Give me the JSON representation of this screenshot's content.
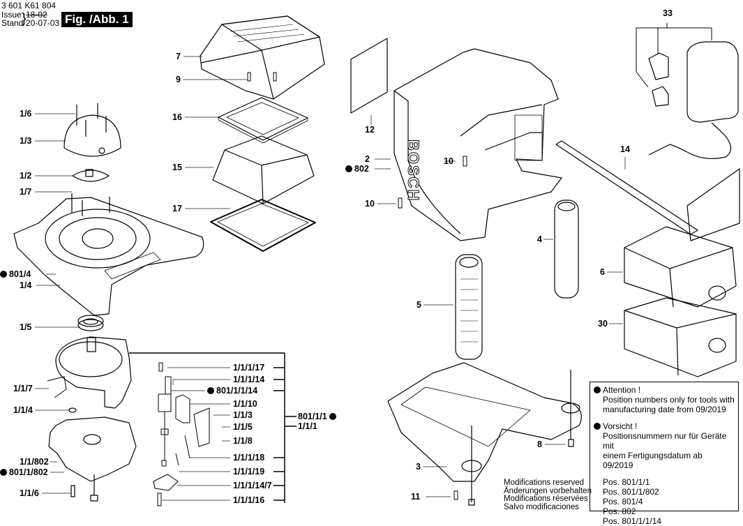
{
  "header": {
    "part_number": "3 601 K61 804",
    "issue_label": "Issue",
    "issue_value": "18-02",
    "stand_label": "Stand",
    "stand_value": "20-07-03",
    "figure_title": "Fig. /Abb. 1"
  },
  "labels": {
    "l7": "7",
    "l9": "9",
    "l16": "16",
    "l15": "15",
    "l17": "17",
    "l1_6": "1/6",
    "l1_3": "1/3",
    "l1_2": "1/2",
    "l1_7": "1/7",
    "l801_4": "801/4",
    "l1_4": "1/4",
    "l1_5": "1/5",
    "l1_1_7": "1/1/7",
    "l1_1_4": "1/1/4",
    "l1_1_802": "1/1/802",
    "l801_1_802": "801/1/802",
    "l1_1_6": "1/1/6",
    "l1_1_1_17": "1/1/1/17",
    "l1_1_1_14": "1/1/1/14",
    "l801_1_1_14": "801/1/1/14",
    "l1_1_10": "1/1/10",
    "l1_1_3": "1/1/3",
    "l1_1_5": "1/1/5",
    "l1_1_8": "1/1/8",
    "l1_1_1_18": "1/1/1/18",
    "l1_1_1_19": "1/1/1/19",
    "l1_1_1_14_7": "1/1/1/14/7",
    "l1_1_1_16": "1/1/1/16",
    "l801_1_1": "801/1/1",
    "l1_1_1": "1/1/1",
    "l12": "12",
    "l2": "2",
    "l802": "802",
    "l10a": "10",
    "l10b": "10",
    "l33": "33",
    "l14": "14",
    "l4": "4",
    "l5": "5",
    "l6": "6",
    "l30": "30",
    "l8": "8",
    "l3": "3",
    "l11": "11"
  },
  "brand_text": "BOSCH",
  "notice": {
    "attention_title": "Attention !",
    "attention_line1": "Position numbers only for tools with",
    "attention_line2": "manufacturing date from 09/2019",
    "vorsicht_title": "Vorsicht !",
    "vorsicht_line1": "Positionsnummern nur für Geräte mit",
    "vorsicht_line2": "einem Fertigungsdatum ab 09/2019",
    "positions": [
      "Pos. 801/1/1",
      "Pos. 801/1/802",
      "Pos. 801/4",
      "Pos. 802",
      "Pos. 801/1/1/14"
    ]
  },
  "modifications": [
    "Modifications reserved",
    "Änderungen vorbehalten",
    "Modifications réservées",
    "Salvo modificaciones"
  ]
}
